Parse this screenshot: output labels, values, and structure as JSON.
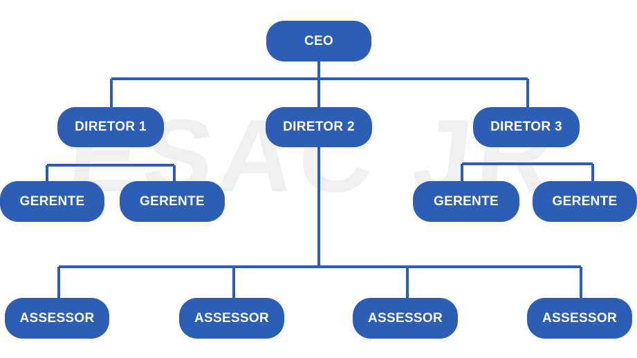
{
  "watermark": "ESAC JR",
  "org_chart": {
    "ceo": "CEO",
    "directors": [
      "DIRETOR 1",
      "DIRETOR 2",
      "DIRETOR 3"
    ],
    "managers": [
      "GERENTE",
      "GERENTE",
      "GERENTE",
      "GERENTE"
    ],
    "advisors": [
      "ASSESSOR",
      "ASSESSOR",
      "ASSESSOR",
      "ASSESSOR"
    ]
  },
  "colors": {
    "box": "#2d5eb6",
    "line": "#2d5eb6",
    "text": "#ffffff",
    "watermark": "#ebebeb"
  }
}
